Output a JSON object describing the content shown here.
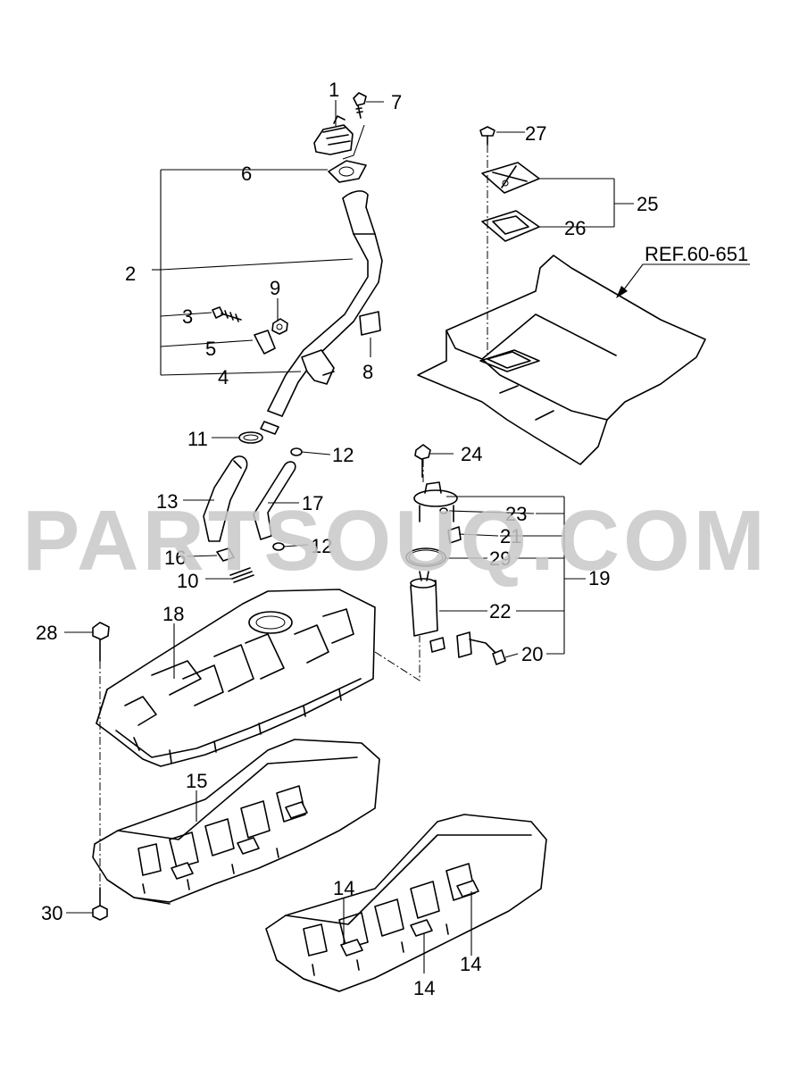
{
  "watermark": "PARTSOUQ.COM",
  "reference": "REF.60-651",
  "callouts": {
    "c1": "1",
    "c2": "2",
    "c3": "3",
    "c4": "4",
    "c5": "5",
    "c6": "6",
    "c7": "7",
    "c8": "8",
    "c9": "9",
    "c10": "10",
    "c11": "11",
    "c12a": "12",
    "c12b": "12",
    "c13": "13",
    "c14a": "14",
    "c14b": "14",
    "c14c": "14",
    "c15": "15",
    "c16": "16",
    "c17": "17",
    "c18": "18",
    "c19": "19",
    "c20": "20",
    "c21": "21",
    "c22": "22",
    "c23": "23",
    "c24": "24",
    "c25": "25",
    "c26": "26",
    "c27": "27",
    "c28": "28",
    "c29": "29",
    "c30": "30"
  }
}
